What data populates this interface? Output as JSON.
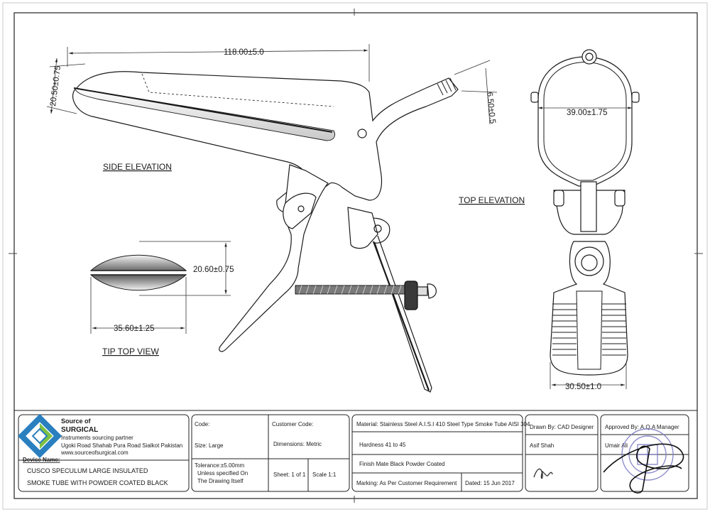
{
  "views": {
    "side_elevation": "SIDE ELEVATION",
    "top_elevation": "TOP ELEVATION",
    "tip_top_view": "TIP TOP VIEW"
  },
  "dimensions": {
    "overall_length": "118.00±5.0",
    "blade_width": "20.50±0.75",
    "tube_diameter": "6.50±0.5",
    "top_width": "39.00±1.75",
    "tip_height": "20.60±0.75",
    "tip_width": "35.60±1.25",
    "handle_width": "30.50±1.0"
  },
  "title_block": {
    "company": {
      "line1": "Source of",
      "line2": "SURGICAL",
      "tagline": "Instruments sourcing partner",
      "address": "Ugoki Road Shahab Pura Road Sialkot Pakistan",
      "website": "www.sourceofsurgical.com"
    },
    "device_name_label": "Device Name:",
    "device_name_line1": "CUSCO SPECULUM LARGE INSULATED",
    "device_name_line2": "SMOKE TUBE WITH POWDER COATED BLACK",
    "code_label": "Code:",
    "size": "Size:   Large",
    "tolerance_line1": "Tolerance:±5.00mm",
    "tolerance_line2": "Unless specified On",
    "tolerance_line3": "The Drawing Itself",
    "customer_code_label": "Customer Code:",
    "dimensions_unit": "Dimensions: Metric",
    "sheet": "Sheet:  1 of 1",
    "scale": "Scale  1:1",
    "material": "Material: Stainless Steel A.I.S.I 410 Steel Type Smoke Tube AISI 304",
    "hardness": "Hardness      41 to 45",
    "finish": "Finish          Mate Black Powder Coated",
    "marking": "Marking: As Per Customer Requirement",
    "dated": "Dated: 15 Jun 2017",
    "drawn_by": "Drawn By: CAD Designer",
    "drawn_name": "Asif Shah",
    "approved_by": "Approved By: A.Q.A Manager",
    "approved_name": "Umair Ali"
  }
}
